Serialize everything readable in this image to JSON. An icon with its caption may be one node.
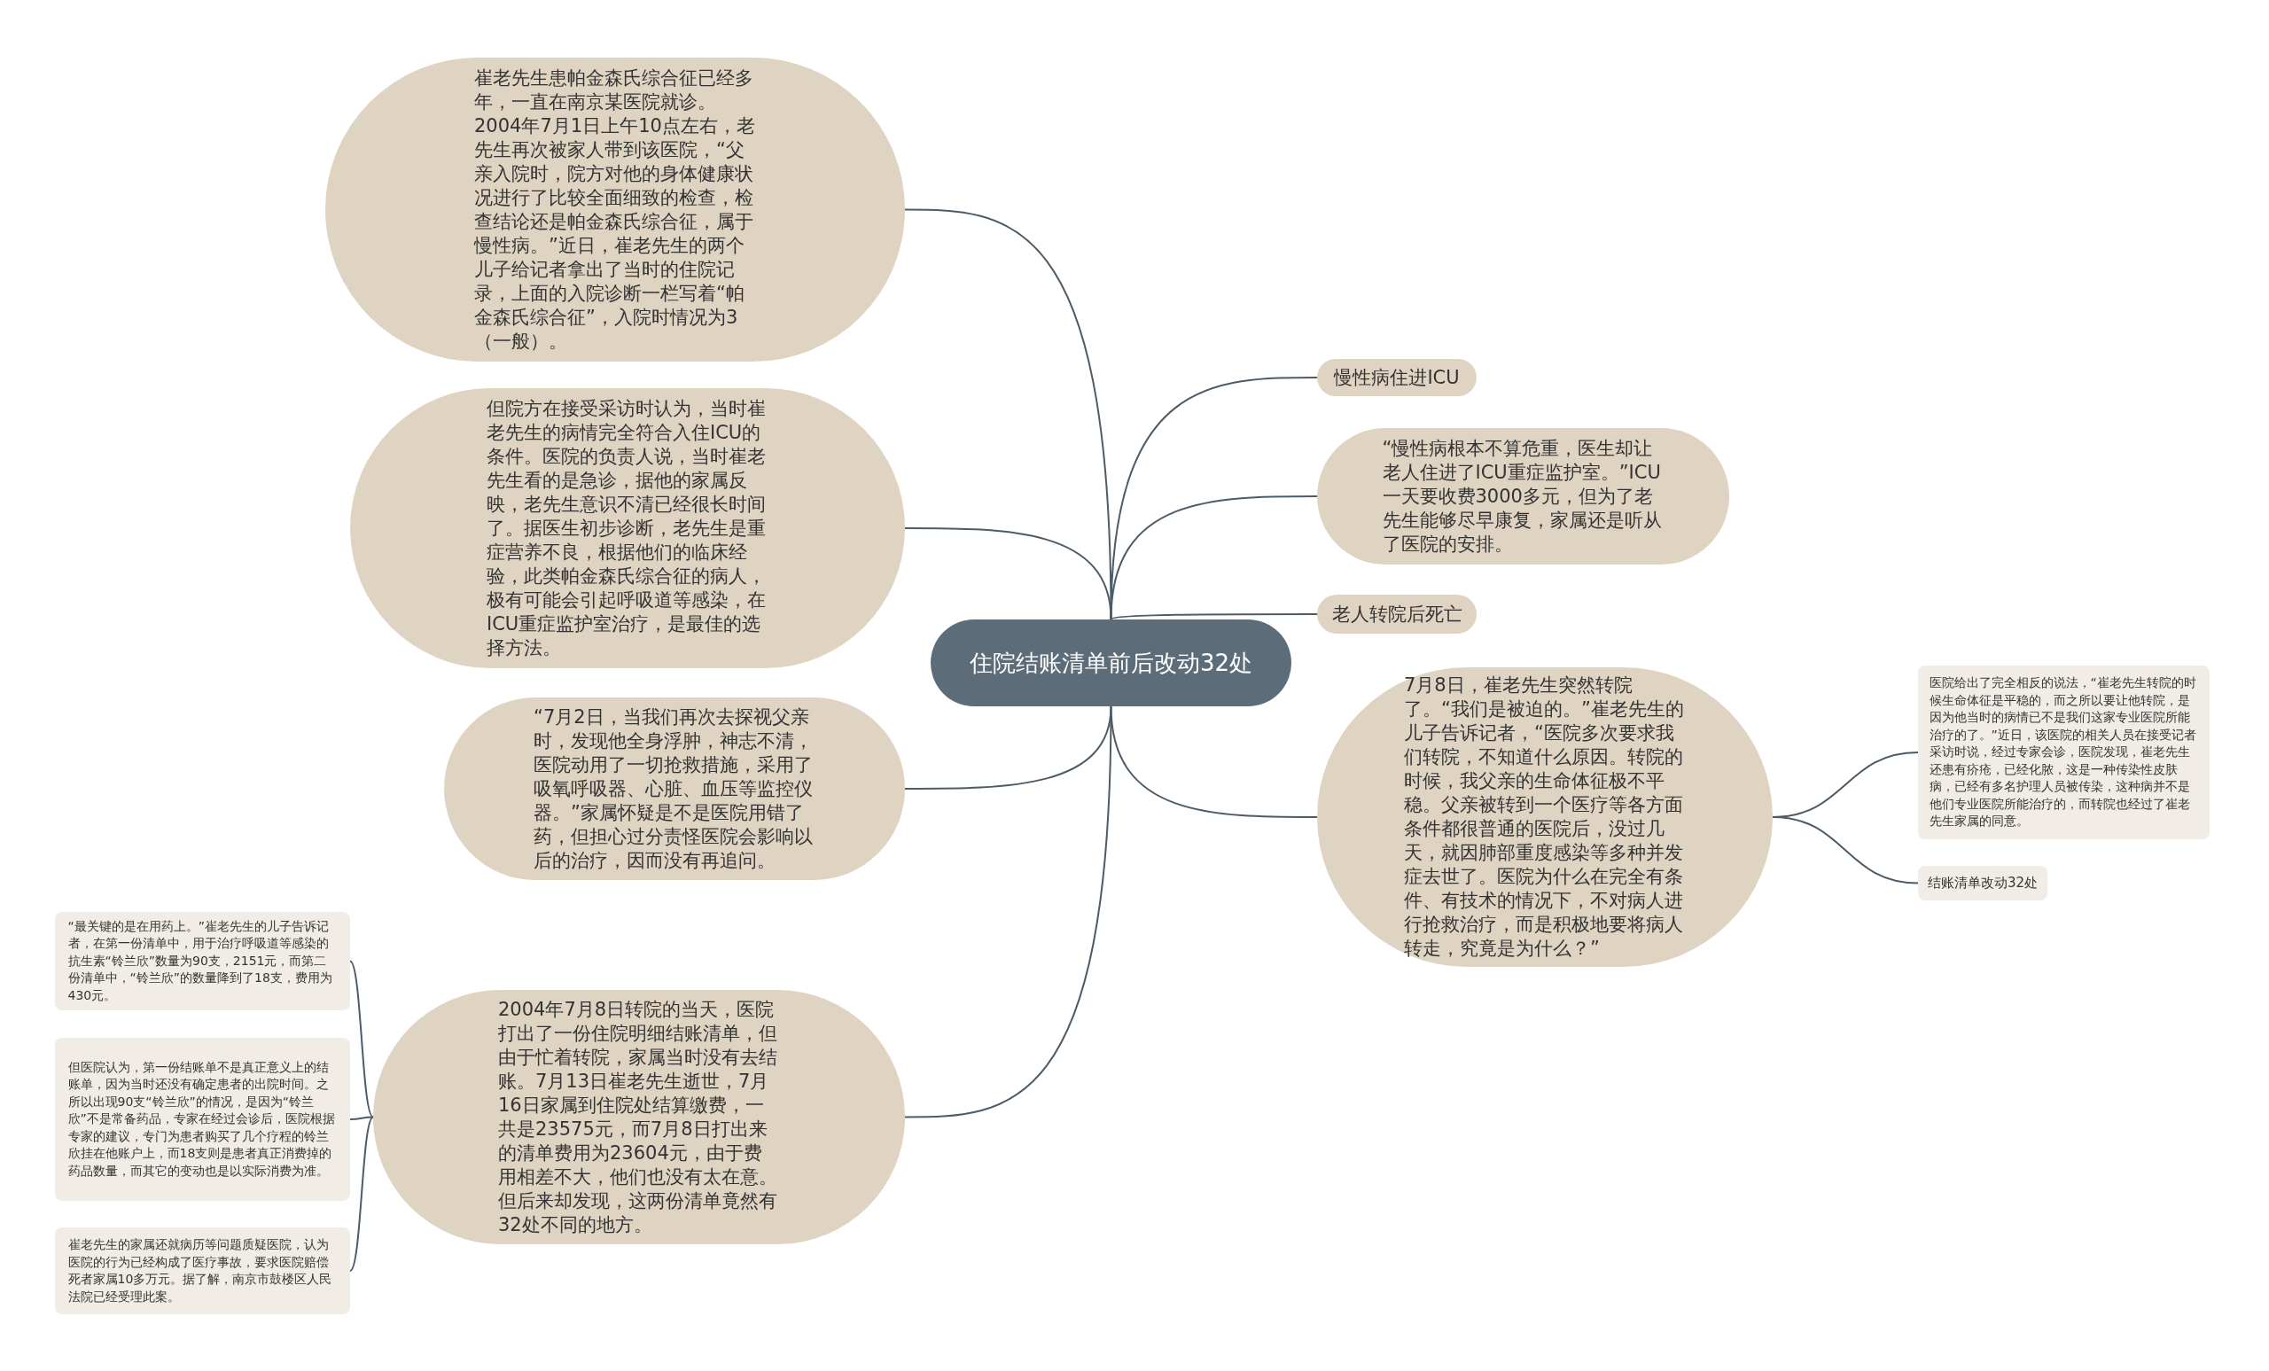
{
  "diagram": {
    "nodes": [
      {
        "text": [
          "住院结账清单前后改动32处"
        ]
      },
      {
        "text": [
          "崔老先生患帕金森氏综合征已经多年，一直在南京某医院就诊。2004年7月1日上午10点左右，老先生再次被家人带到该医院，“父亲入院时，院方对他的身体健康状况进行了比较全面细致的检查，检查结论还是帕金森氏综合征，属于慢性病。”近日，崔老先生的两个儿子给记者拿出了当时的住院记录，上面的入院诊断一栏写着“帕金森氏综合征”，入院时情况为3（一般）。"
        ]
      },
      {
        "text": [
          "但院方在接受采访时认为，当时崔老先生的病情完全符合入住ICU的条件。医院的负责人说，当时崔老先生看的是急诊，据他的家属反映，老先生意识不清已经很长时间了。据医生初步诊断，老先生是重症营养不良，根据他们的临床经验，此类帕金森氏综合征的病人，极有可能会引起呼吸道等感染，在ICU重症监护室治疗，是最佳的选择方法。"
        ]
      },
      {
        "text": [
          "“7月2日，当我们再次去探视父亲时，发现他全身浮肿，神志不清，医院动用了一切抢救措施，采用了吸氧呼吸器、心脏、血压等监控仪器。”家属怀疑是不是医院用错了药，但担心过分责怪医院会影响以后的治疗，因而没有再追问。"
        ]
      },
      {
        "text": [
          "2004年7月8日转院的当天，医院打出了一份住院明细结账清单，但由于忙着转院，家属当时没有去结账。7月13日崔老先生逝世，7月16日家属到住院处结算缴费，一共是23575元，而7月8日打出来的清单费用为23604元，由于费用相差不大，他们也没有太在意。但后来却发现，这两份清单竟然有32处不同的地方。"
        ]
      },
      {
        "text": [
          "“最关键的是在用药上。”崔老先生的儿子告诉记者，在第一份清单中，用于治疗呼吸道等感染的抗生素“铃兰欣”数量为90支，2151元，而第二份清单中，“铃兰欣”的数量降到了18支，费用为430元。"
        ]
      },
      {
        "text": [
          "但医院认为，第一份结账单不是真正意义上的结账单，因为当时还没有确定患者的出院时间。之所以出现90支“铃兰欣”的情况，是因为“铃兰欣”不是常备药品，专家在经过会诊后，医院根据专家的建议，专门为患者购买了几个疗程的铃兰欣挂在他账户上，而18支则是患者真正消费掉的药品数量，而其它的变动也是以实际消费为准。"
        ]
      },
      {
        "text": [
          "崔老先生的家属还就病历等问题质疑医院，认为医院的行为已经构成了医疗事故，要求医院赔偿死者家属10多万元。据了解，南京市鼓楼区人民法院已经受理此案。"
        ]
      },
      {
        "text": [
          "慢性病住进ICU"
        ]
      },
      {
        "text": [
          "“慢性病根本不算危重，医生却让老人住进了ICU重症监护室。”ICU一天要收费3000多元，但为了老先生能够尽早康复，家属还是听从了医院的安排。"
        ]
      },
      {
        "text": [
          "老人转院后死亡"
        ]
      },
      {
        "text": [
          "7月8日，崔老先生突然转院了。“我们是被迫的。”崔老先生的儿子告诉记者，“医院多次要求我们转院，不知道什么原因。转院的时候，我父亲的生命体征极不平稳。父亲被转到一个医疗等各方面条件都很普通的医院后，没过几天，就因肺部重度感染等多种并发症去世了。医院为什么在完全有条件、有技术的情况下，不对病人进行抢救治疗，而是积极地要将病人转走，究竟是为什么？”"
        ]
      },
      {
        "text": [
          "医院给出了完全相反的说法，“崔老先生转院的时候生命体征是平稳的，而之所以要让他转院，是因为他当时的病情已不是我们这家专业医院所能治疗的了。”近日，该医院的相关人员在接受记者采访时说，经过专家会诊，医院发现，崔老先生还患有疥疮，已经化脓，这是一种传染性皮肤病，已经有多名护理人员被传染，这种病并不是他们专业医院所能治疗的，而转院也经过了崔老先生家属的同意。"
        ]
      },
      {
        "text": [
          "结账清单改动32处"
        ]
      }
    ],
    "edges": [
      {
        "from": 0,
        "to": 1,
        "arrow": "none"
      },
      {
        "from": 0,
        "to": 2,
        "arrow": "none"
      },
      {
        "from": 0,
        "to": 3,
        "arrow": "none"
      },
      {
        "from": 0,
        "to": 4,
        "arrow": "none"
      },
      {
        "from": 4,
        "to": 5,
        "arrow": "none"
      },
      {
        "from": 4,
        "to": 6,
        "arrow": "none"
      },
      {
        "from": 4,
        "to": 7,
        "arrow": "none"
      },
      {
        "from": 0,
        "to": 8,
        "arrow": "none"
      },
      {
        "from": 0,
        "to": 9,
        "arrow": "none"
      },
      {
        "from": 0,
        "to": 10,
        "arrow": "none"
      },
      {
        "from": 0,
        "to": 11,
        "arrow": "none"
      },
      {
        "from": 11,
        "to": 12,
        "arrow": "none"
      },
      {
        "from": 11,
        "to": 13,
        "arrow": "none"
      }
    ]
  }
}
